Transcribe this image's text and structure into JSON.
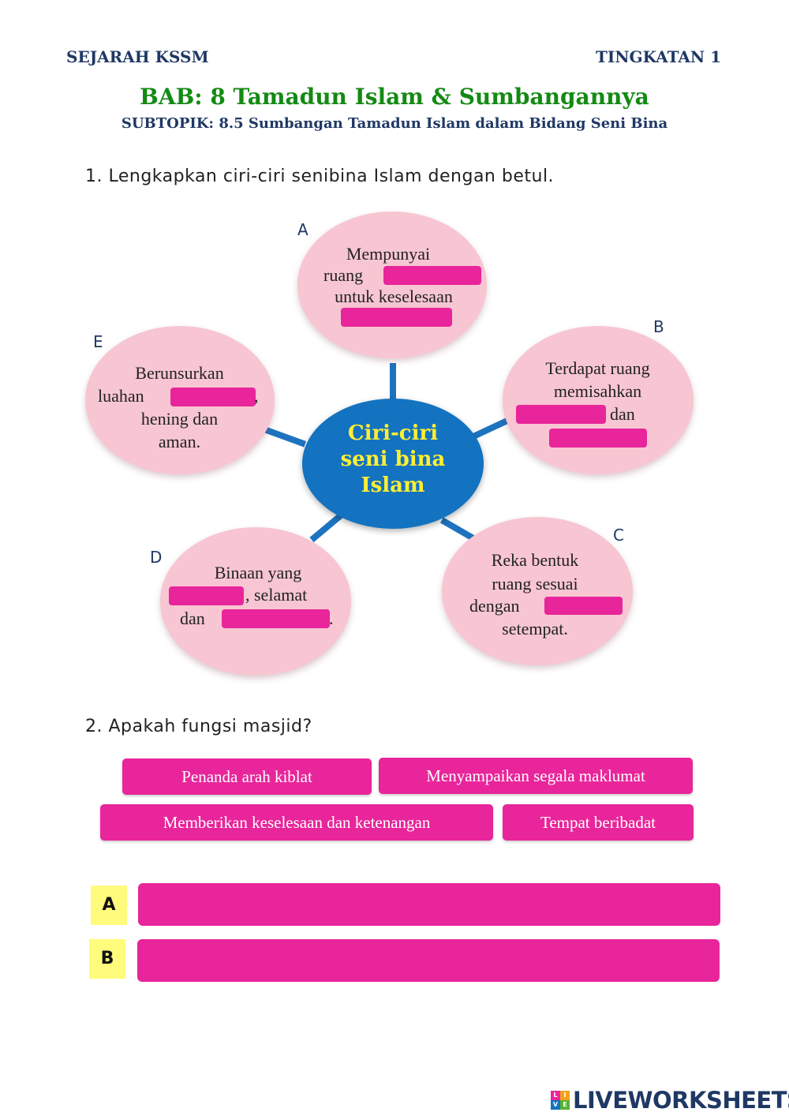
{
  "header": {
    "left": "SEJARAH KSSM",
    "right": "TINGKATAN 1",
    "title": "BAB: 8 Tamadun Islam & Sumbangannya",
    "subtitle": "SUBTOPIK: 8.5 Sumbangan Tamadun Islam dalam Bidang Seni Bina"
  },
  "q1": {
    "text": "1. Lengkapkan ciri-ciri senibina Islam dengan betul.",
    "center": [
      "Ciri-ciri",
      "seni bina",
      "Islam"
    ],
    "items": [
      {
        "letter": "A",
        "lines": [
          "Mempunyai",
          "ruang",
          "untuk keselesaan"
        ]
      },
      {
        "letter": "B",
        "lines": [
          "Terdapat ruang",
          "memisahkan",
          "dan"
        ]
      },
      {
        "letter": "C",
        "lines": [
          "Reka bentuk",
          "ruang sesuai",
          "dengan",
          "setempat."
        ]
      },
      {
        "letter": "D",
        "lines": [
          "Binaan yang",
          ", selamat",
          "dan",
          "."
        ]
      },
      {
        "letter": "E",
        "lines": [
          "Berunsurkan",
          "luahan",
          ",",
          "hening dan",
          "aman."
        ]
      }
    ]
  },
  "q2": {
    "text": "2. Apakah fungsi masjid?",
    "options": [
      "Penanda arah kiblat",
      "Menyampaikan segala maklumat",
      "Memberikan keselesaan dan ketenangan",
      "Tempat beribadat"
    ],
    "answers": [
      {
        "label": "A"
      },
      {
        "label": "B"
      }
    ]
  },
  "footer": {
    "logo_text": "LIVEWORKSHEETS",
    "logo_letters": [
      "L",
      "I",
      "V",
      "E"
    ],
    "colors": {
      "pink": "#e8259a",
      "blue": "#1373c0",
      "yellow": "#ffee33",
      "green": "#138a13",
      "navy": "#1f3864"
    }
  }
}
